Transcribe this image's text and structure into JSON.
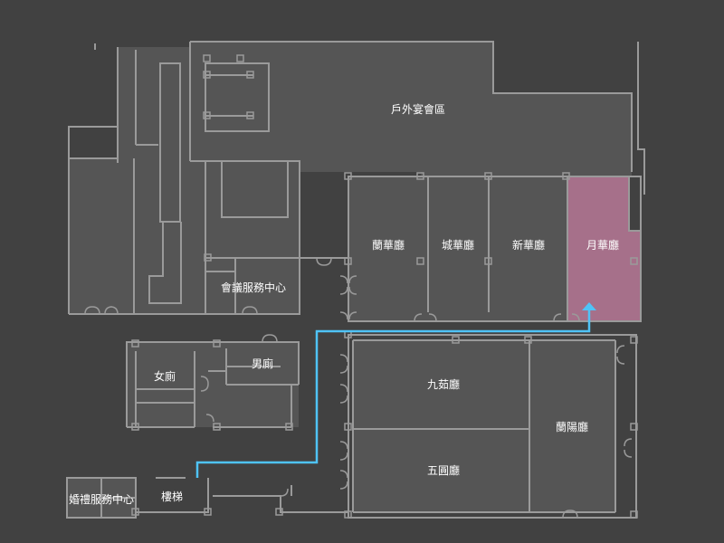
{
  "map": {
    "colors": {
      "background": "#414141",
      "floor": "#555555",
      "wall": "#9a9a9a",
      "highlight": "#a6708a",
      "route": "#4fc3f7"
    },
    "rooms": {
      "outdoor_banquet": "戶外宴會區",
      "lanhua": "蘭華廳",
      "chenghua": "城華廳",
      "xinhua": "新華廳",
      "yuehua": "月華廳",
      "meeting_center": "會議服務中心",
      "womens_restroom": "女廁",
      "mens_restroom": "男廁",
      "jiuru": "九茹廳",
      "wuyuan": "五圓廳",
      "lanyang": "蘭陽廳",
      "wedding_center": "婚禮服務中心",
      "stairs": "樓梯"
    },
    "highlighted_room": "月華廳",
    "route_target": "月華廳"
  }
}
